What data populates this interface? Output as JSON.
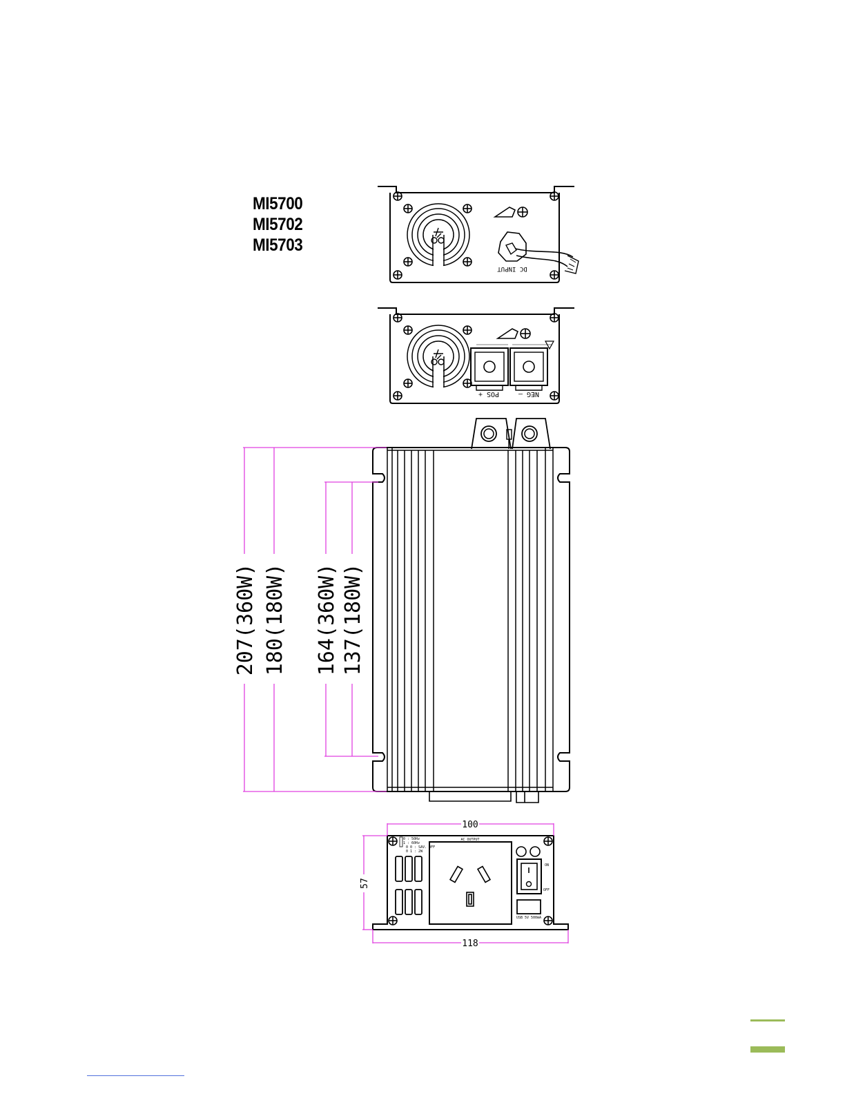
{
  "models": [
    "MI5700",
    "MI5702",
    "MI5703"
  ],
  "colors": {
    "dimension_lines": "#e040e0",
    "accent": "#9bbb59",
    "footer_rule": "#4f6fdc"
  },
  "panel_top": {
    "input_label": "DC INPUT"
  },
  "panel_terminals": {
    "pos_label": "POS +",
    "neg_label": "NEG —"
  },
  "side_view": {
    "dim_207": "207(360W)",
    "dim_180": "180(180W)",
    "dim_164": "164(360W)",
    "dim_137": "137(180W)"
  },
  "front_view": {
    "width_top": "100",
    "width_bottom": "118",
    "height": "57",
    "ac_output": "AC OUTPUT",
    "on": "ON",
    "off": "OFF",
    "usb": "USB 5V 500mA",
    "switch_settings": [
      "0 : 50Hz",
      "1 : 60Hz",
      "0 0 : SAV. OFF",
      "0 1 : 2W"
    ]
  }
}
